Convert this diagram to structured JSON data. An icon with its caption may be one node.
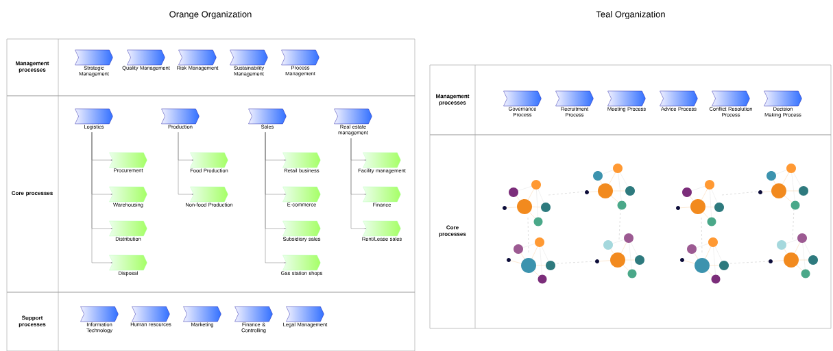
{
  "diagram": {
    "nodes": [
      {
        "text": [
          "Management processes"
        ]
      },
      {
        "text": [
          "Strategic Management"
        ],
        "in": 0
      },
      {
        "text": [
          "Quality Management"
        ],
        "in": 0
      },
      {
        "text": [
          "Risk Management"
        ],
        "in": 0
      },
      {
        "text": [
          "Sustainability Management"
        ],
        "in": 0
      },
      {
        "text": [
          "Process Management"
        ],
        "in": 0
      },
      {
        "text": [
          "Core processes"
        ]
      },
      {
        "text": [
          "Logistics"
        ],
        "in": 6
      },
      {
        "text": [
          "Production"
        ],
        "in": 6
      },
      {
        "text": [
          "Sales"
        ],
        "in": 6
      },
      {
        "text": [
          "Real estate management"
        ],
        "in": 6
      },
      {
        "text": [
          "Procurement"
        ],
        "in": 6
      },
      {
        "text": [
          "Warehousing"
        ],
        "in": 6
      },
      {
        "text": [
          "Distribution"
        ],
        "in": 6
      },
      {
        "text": [
          "Disposal"
        ],
        "in": 6
      },
      {
        "text": [
          "Food Production"
        ],
        "in": 6
      },
      {
        "text": [
          "Non-food Production"
        ],
        "in": 6
      },
      {
        "text": [
          "Retail business"
        ],
        "in": 6
      },
      {
        "text": [
          "E-commerce"
        ],
        "in": 6
      },
      {
        "text": [
          "Subsidiary sales"
        ],
        "in": 6
      },
      {
        "text": [
          "Gas station shops"
        ],
        "in": 6
      },
      {
        "text": [
          "Facility management"
        ],
        "in": 6
      },
      {
        "text": [
          "Finance"
        ],
        "in": 6
      },
      {
        "text": [
          "Rent/Lease sales"
        ],
        "in": 6
      },
      {
        "text": [
          "Support processes"
        ]
      },
      {
        "text": [
          "Information Technology"
        ],
        "in": 24
      },
      {
        "text": [
          "Human resources"
        ],
        "in": 24
      },
      {
        "text": [
          "Marketing"
        ],
        "in": 24
      },
      {
        "text": [
          "Finance & Controlling"
        ],
        "in": 24
      },
      {
        "text": [
          "Legal Management"
        ],
        "in": 24
      },
      {
        "text": [
          "Management processes"
        ]
      },
      {
        "text": [
          "Governance Process"
        ],
        "in": 30
      },
      {
        "text": [
          "Recruitment Process"
        ],
        "in": 30
      },
      {
        "text": [
          "Meeting Process"
        ],
        "in": 30
      },
      {
        "text": [
          "Advice Process"
        ],
        "in": 30
      },
      {
        "text": [
          "Conflict Resolution Process"
        ],
        "in": 30
      },
      {
        "text": [
          "Decision Making Process"
        ],
        "in": 30
      },
      {
        "text": [
          "Core processes"
        ]
      }
    ],
    "edges": [
      {
        "from": 7,
        "to": 11,
        "arrow": "to"
      },
      {
        "from": 7,
        "to": 12,
        "arrow": "to"
      },
      {
        "from": 7,
        "to": 13,
        "arrow": "to"
      },
      {
        "from": 7,
        "to": 14,
        "arrow": "to"
      },
      {
        "from": 8,
        "to": 15,
        "arrow": "to"
      },
      {
        "from": 8,
        "to": 16,
        "arrow": "to"
      },
      {
        "from": 9,
        "to": 17,
        "arrow": "to"
      },
      {
        "from": 9,
        "to": 18,
        "arrow": "to"
      },
      {
        "from": 9,
        "to": 19,
        "arrow": "to"
      },
      {
        "from": 9,
        "to": 20,
        "arrow": "to"
      },
      {
        "from": 10,
        "to": 21,
        "arrow": "to"
      },
      {
        "from": 10,
        "to": 22,
        "arrow": "to"
      },
      {
        "from": 10,
        "to": 23,
        "arrow": "to"
      }
    ],
    "labels": [
      "Orange Organization",
      "Teal Organization"
    ]
  }
}
